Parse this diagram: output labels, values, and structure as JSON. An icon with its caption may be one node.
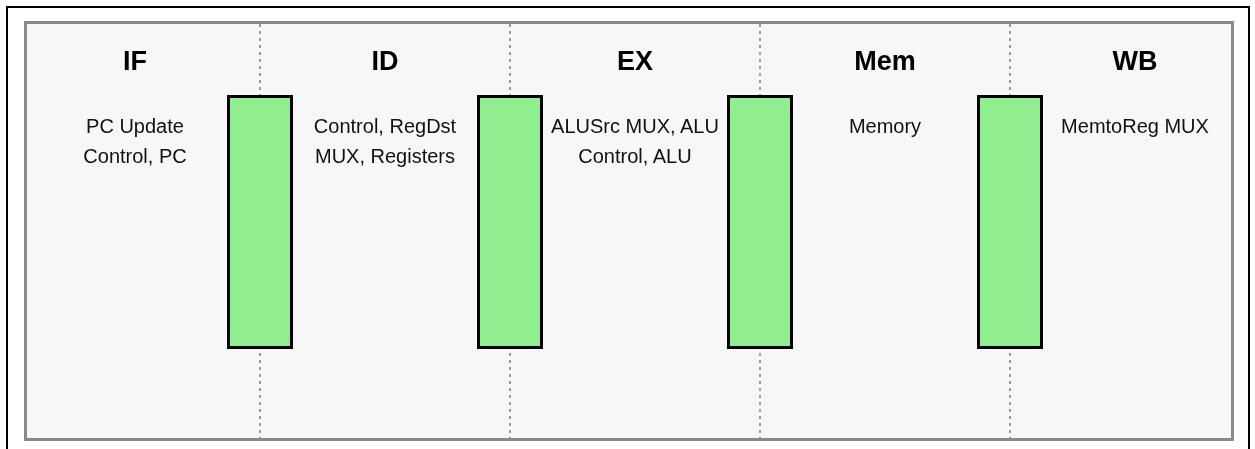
{
  "diagram": {
    "nodes": [
      {
        "text": [],
        "shape": "bar"
      },
      {
        "text": [],
        "shape": "bar"
      },
      {
        "text": [],
        "shape": "bar"
      },
      {
        "text": [],
        "shape": "bar"
      }
    ],
    "labels": [
      "IF",
      "PC Update Control, PC",
      "ID",
      "Control, RegDst MUX, Registers",
      "EX",
      "ALUSrc MUX, ALU Control, ALU",
      "Mem",
      "Memory",
      "WB",
      "MemtoReg MUX"
    ]
  }
}
